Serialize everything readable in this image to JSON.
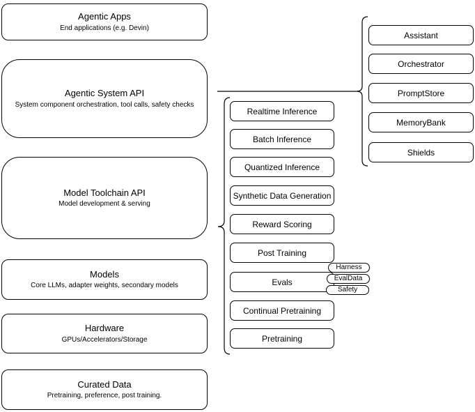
{
  "diagram": {
    "left_stack": [
      {
        "title": "Agentic Apps",
        "subtitle": "End applications (e.g. Devin)"
      },
      {
        "title": "Agentic System API",
        "subtitle": "System component orchestration, tool calls, safety checks"
      },
      {
        "title": "Model Toolchain API",
        "subtitle": "Model development & serving"
      },
      {
        "title": "Models",
        "subtitle": "Core LLMs, adapter weights, secondary models"
      },
      {
        "title": "Hardware",
        "subtitle": "GPUs/Accelerators/Storage"
      },
      {
        "title": "Curated Data",
        "subtitle": "Pretraining, preference, post training."
      }
    ],
    "toolchain_items": [
      {
        "label": "Realtime Inference"
      },
      {
        "label": "Batch Inference"
      },
      {
        "label": "Quantized Inference"
      },
      {
        "label": "Synthetic Data Generation"
      },
      {
        "label": "Reward Scoring"
      },
      {
        "label": "Post Training"
      },
      {
        "label": "Evals"
      },
      {
        "label": "Continual Pretraining"
      },
      {
        "label": "Pretraining"
      }
    ],
    "evals_tags": [
      {
        "label": "Harness"
      },
      {
        "label": "EvalData"
      },
      {
        "label": "Safety"
      }
    ],
    "system_components": [
      {
        "label": "Assistant"
      },
      {
        "label": "Orchestrator"
      },
      {
        "label": "PromptStore"
      },
      {
        "label": "MemoryBank"
      },
      {
        "label": "Shields"
      }
    ],
    "colors": {
      "stroke": "#000000",
      "fill": "#ffffff",
      "text": "#000000"
    }
  }
}
